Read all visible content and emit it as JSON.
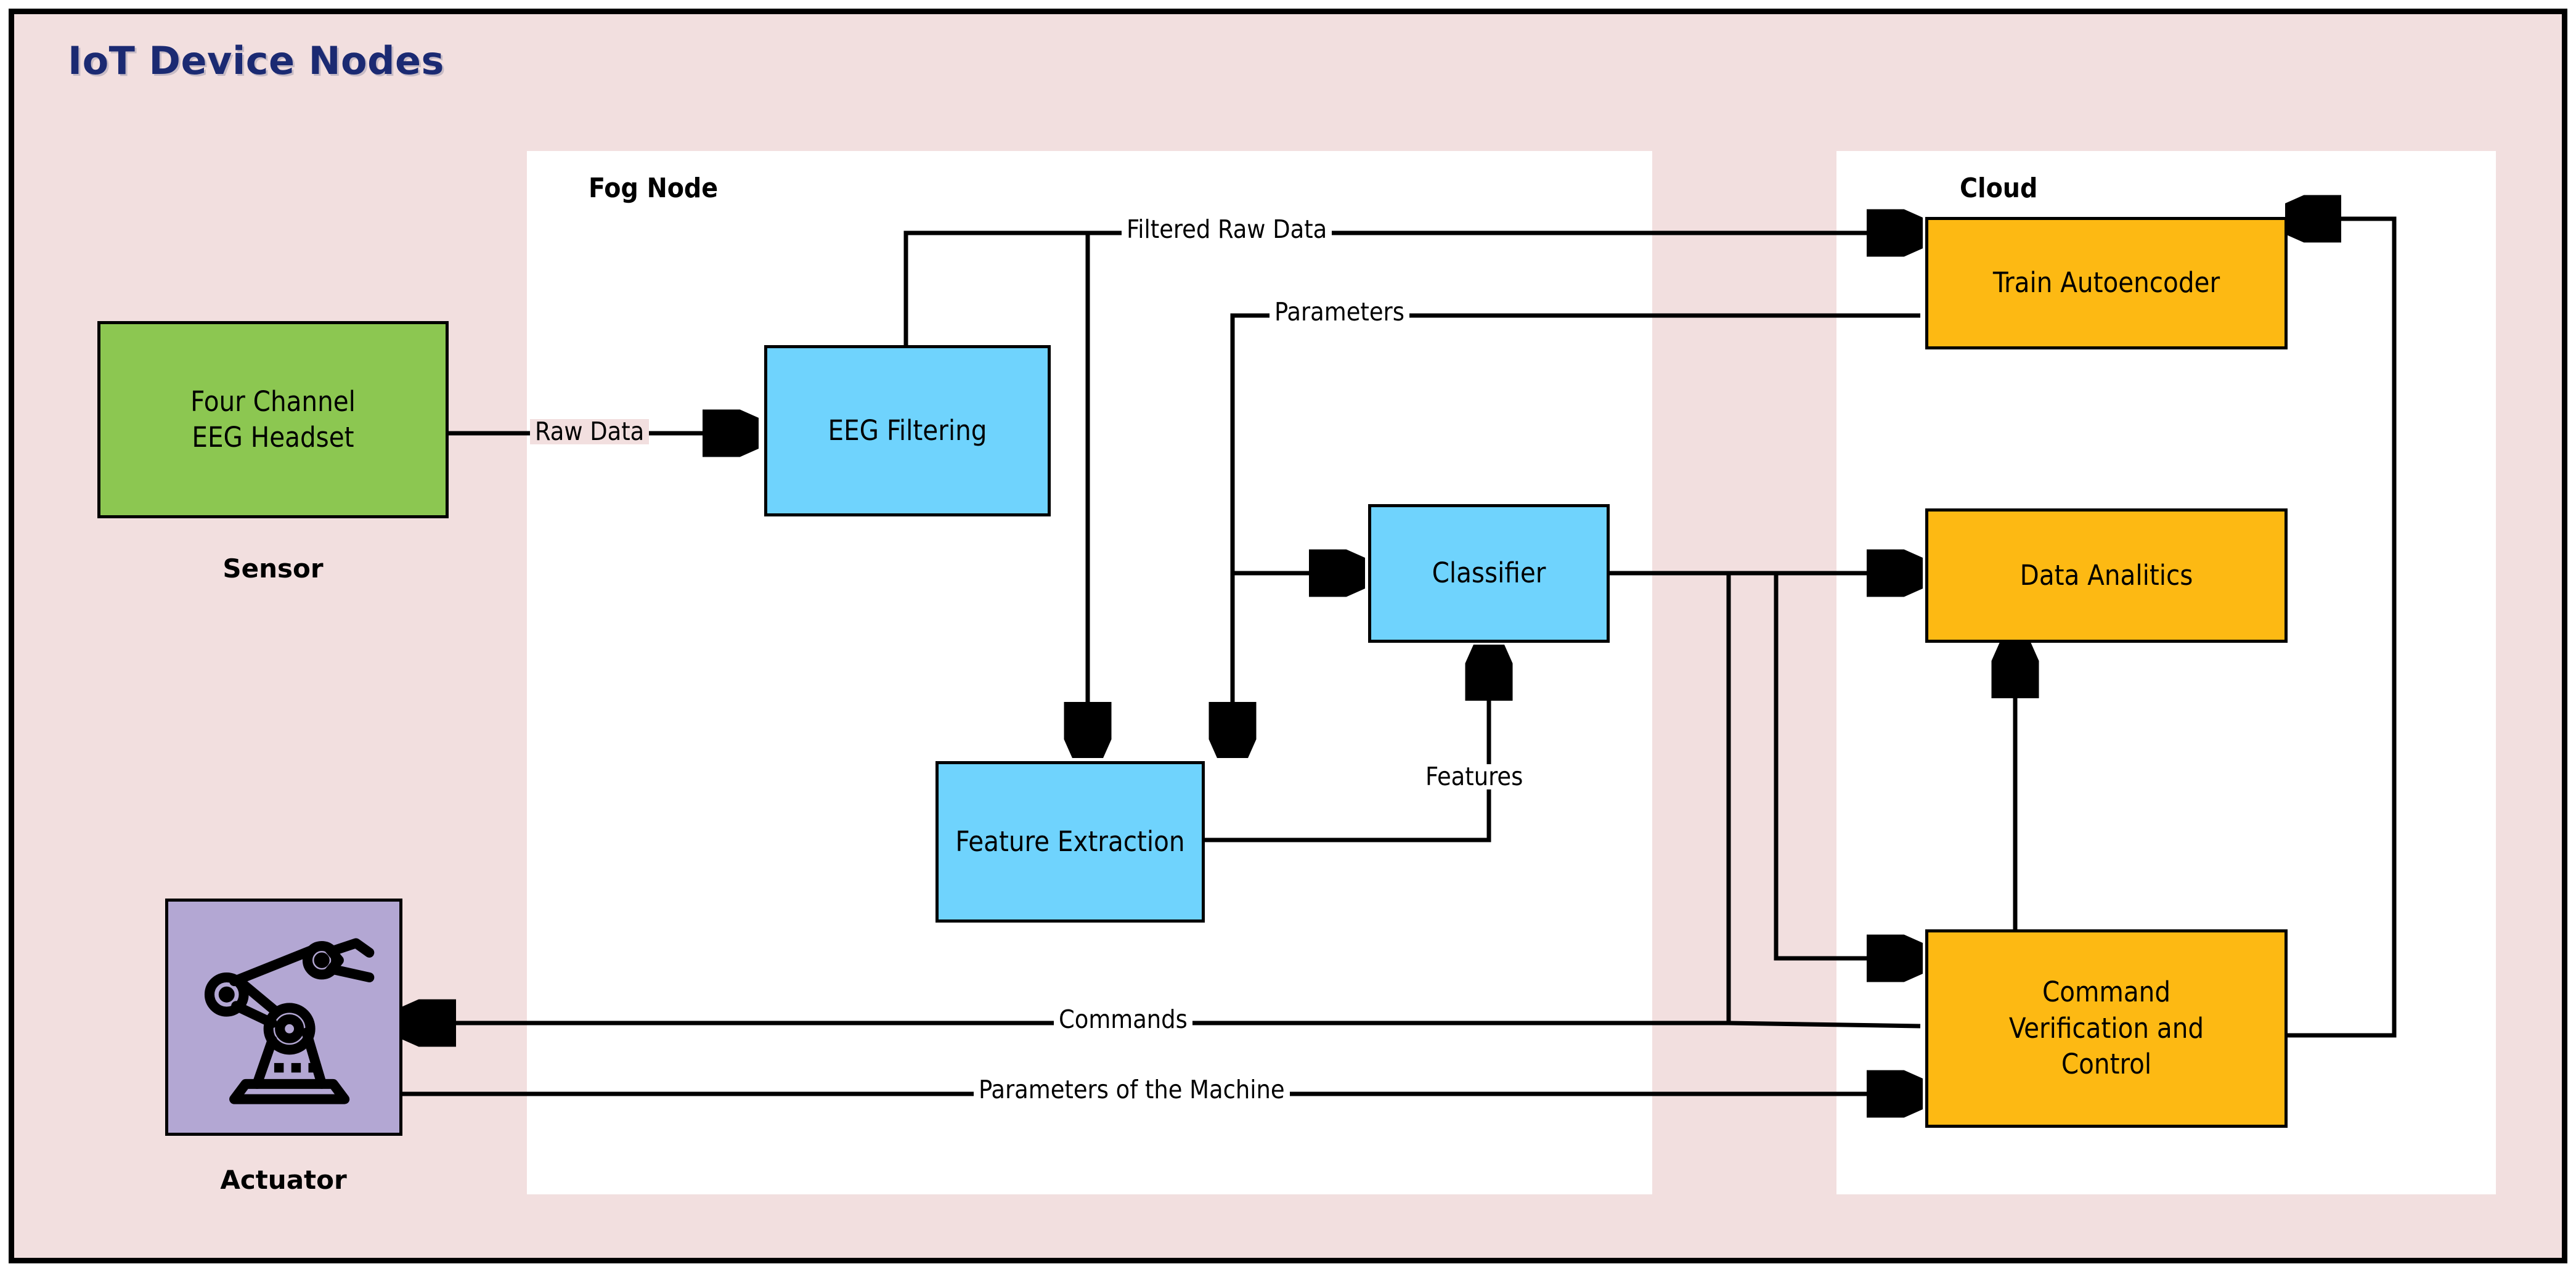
{
  "diagram": {
    "title": "IoT Device Nodes",
    "zones": [
      {
        "id": "fog",
        "label": "Fog Node"
      },
      {
        "id": "cloud",
        "label": "Cloud"
      }
    ],
    "nodes": [
      {
        "id": "sensor",
        "label": "Four Channel\nEEG Headset",
        "caption": "Sensor",
        "color": "#8cc751",
        "zone": "iot"
      },
      {
        "id": "actuator",
        "label": "",
        "caption": "Actuator",
        "color": "#b3a7d3",
        "zone": "iot",
        "icon": "robot-arm-icon"
      },
      {
        "id": "filtering",
        "label": "EEG Filtering",
        "color": "#6fd3fd",
        "zone": "fog"
      },
      {
        "id": "features",
        "label": "Feature Extraction",
        "color": "#6fd3fd",
        "zone": "fog"
      },
      {
        "id": "classifier",
        "label": "Classifier",
        "color": "#6fd3fd",
        "zone": "fog"
      },
      {
        "id": "autoencoder",
        "label": "Train Autoencoder",
        "color": "#fdb913",
        "zone": "cloud"
      },
      {
        "id": "analitics",
        "label": "Data Analitics",
        "color": "#fdb913",
        "zone": "cloud"
      },
      {
        "id": "command",
        "label": "Command\nVerification and\nControl",
        "color": "#fdb913",
        "zone": "cloud"
      }
    ],
    "edges": [
      {
        "id": "raw",
        "from": "sensor",
        "to": "filtering",
        "label": "Raw Data"
      },
      {
        "id": "filtered",
        "from": "filtering",
        "to": "autoencoder",
        "label": "Filtered Raw Data"
      },
      {
        "id": "filt-feat",
        "from": "filtering",
        "to": "features",
        "label": ""
      },
      {
        "id": "params",
        "from": "autoencoder",
        "to": "features",
        "label": "Parameters"
      },
      {
        "id": "params-cls",
        "from": "autoencoder",
        "to": "classifier",
        "label": ""
      },
      {
        "id": "feats",
        "from": "features",
        "to": "classifier",
        "label": "Features"
      },
      {
        "id": "cls-ana",
        "from": "classifier",
        "to": "analitics",
        "label": ""
      },
      {
        "id": "cls-cmd",
        "from": "classifier",
        "to": "command",
        "label": ""
      },
      {
        "id": "commands",
        "from": "command",
        "to": "actuator",
        "label": "Commands"
      },
      {
        "id": "machine",
        "from": "actuator",
        "to": "command",
        "label": "Parameters of the Machine"
      },
      {
        "id": "cmd-ana",
        "from": "command",
        "to": "analitics",
        "label": ""
      },
      {
        "id": "cmd-auto",
        "from": "command",
        "to": "autoencoder",
        "label": ""
      }
    ],
    "colors": {
      "frame_background": "#f2dfdf",
      "panel_background": "#ffffff",
      "title_color": "#1b2a72",
      "sensor": "#8cc751",
      "fog_process": "#6fd3fd",
      "cloud_process": "#fdb913",
      "actuator": "#b3a7d3",
      "stroke": "#000000"
    }
  }
}
